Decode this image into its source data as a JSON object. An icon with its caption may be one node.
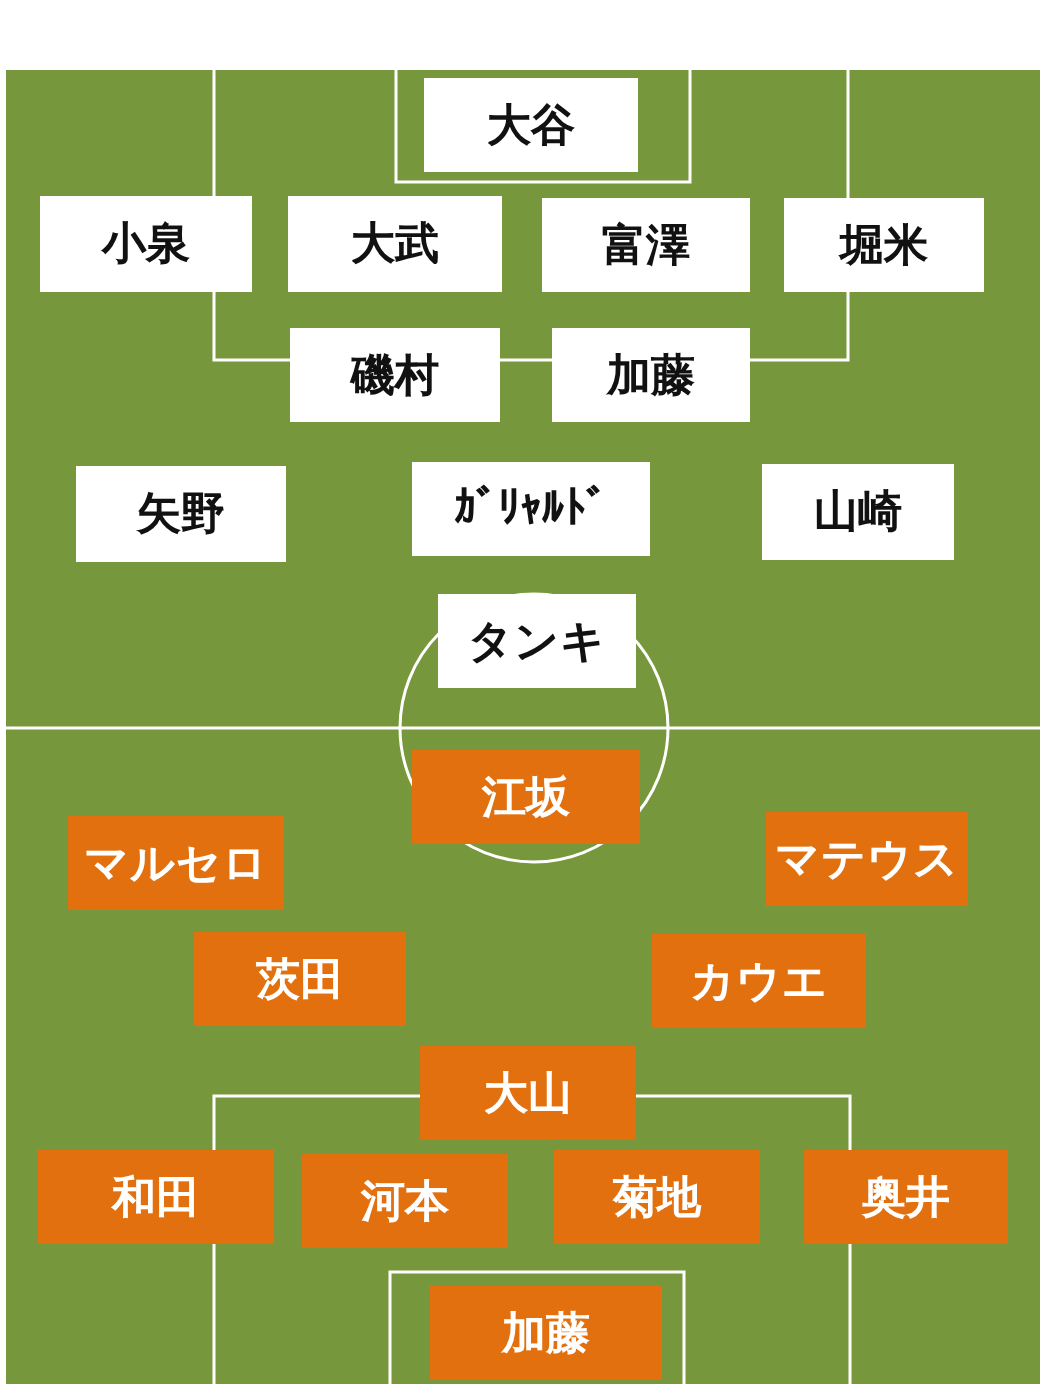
{
  "diagram": {
    "nodes": [
      {
        "text": [
          "大谷"
        ]
      },
      {
        "text": [
          "小泉"
        ]
      },
      {
        "text": [
          "大武"
        ]
      },
      {
        "text": [
          "富澤"
        ]
      },
      {
        "text": [
          "堀米"
        ]
      },
      {
        "text": [
          "磯村"
        ]
      },
      {
        "text": [
          "加藤"
        ]
      },
      {
        "text": [
          "矢野"
        ]
      },
      {
        "text": [
          "ｶﾞﾘｬﾙﾄﾞ"
        ]
      },
      {
        "text": [
          "山崎"
        ]
      },
      {
        "text": [
          "タンキ"
        ]
      },
      {
        "text": [
          "江坂"
        ]
      },
      {
        "text": [
          "マルセロ"
        ]
      },
      {
        "text": [
          "マテウス"
        ]
      },
      {
        "text": [
          "茨田"
        ]
      },
      {
        "text": [
          "カウエ"
        ]
      },
      {
        "text": [
          "大山"
        ]
      },
      {
        "text": [
          "和田"
        ]
      },
      {
        "text": [
          "河本"
        ]
      },
      {
        "text": [
          "菊地"
        ]
      },
      {
        "text": [
          "奥井"
        ]
      },
      {
        "text": [
          "加藤"
        ]
      }
    ]
  }
}
